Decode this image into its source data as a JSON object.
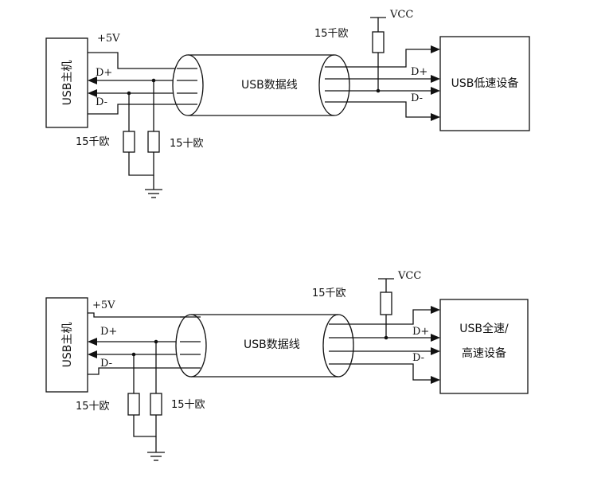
{
  "diagrams": [
    {
      "id": "low-speed",
      "host_label": "USB主机",
      "supply_label": "+5V",
      "dplus_left": "D+",
      "dminus_left": "D-",
      "cable_label": "USB数据线",
      "vcc_label": "VCC",
      "pullup_label": "15千欧",
      "dplus_right": "D+",
      "dminus_right": "D-",
      "device_lines": [
        "USB低速设备"
      ],
      "pulldown_left_label": "15千欧",
      "pulldown_right_label": "15十欧"
    },
    {
      "id": "full-high-speed",
      "host_label": "USB主机",
      "supply_label": "+5V",
      "dplus_left": "D+",
      "dminus_left": "D-",
      "cable_label": "USB数据线",
      "vcc_label": "VCC",
      "pullup_label": "15千欧",
      "dplus_right": "D+",
      "dminus_right": "D-",
      "device_lines": [
        "USB全速/",
        "高速设备"
      ],
      "pulldown_left_label": "15十欧",
      "pulldown_right_label": "15十欧"
    }
  ]
}
